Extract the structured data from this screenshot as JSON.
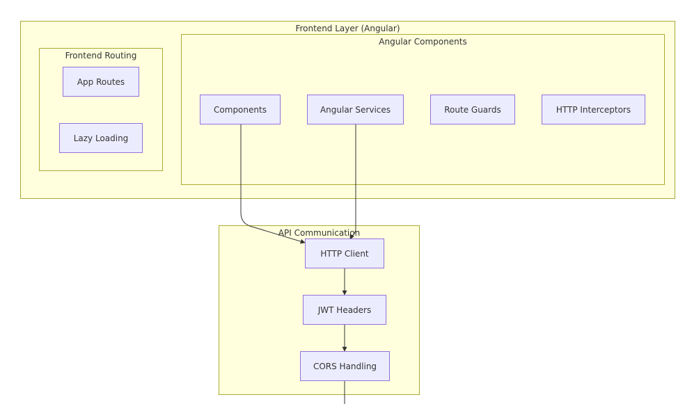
{
  "clusters": {
    "frontend_layer": "Frontend Layer (Angular)",
    "frontend_routing": "Frontend Routing",
    "angular_components": "Angular Components",
    "api_communication": "API Communication"
  },
  "nodes": {
    "app_routes": "App Routes",
    "lazy_loading": "Lazy Loading",
    "components": "Components",
    "angular_services": "Angular Services",
    "route_guards": "Route Guards",
    "http_interceptors": "HTTP Interceptors",
    "http_client": "HTTP Client",
    "jwt_headers": "JWT Headers",
    "cors_handling": "CORS Handling"
  },
  "edges": [
    {
      "from": "Components",
      "to": "HTTP Client"
    },
    {
      "from": "Angular Services",
      "to": "HTTP Client"
    },
    {
      "from": "HTTP Client",
      "to": "JWT Headers"
    },
    {
      "from": "JWT Headers",
      "to": "CORS Handling"
    },
    {
      "from": "CORS Handling",
      "to": ""
    }
  ],
  "colors": {
    "cluster_fill": "#ffffde",
    "cluster_border": "#aaaa33",
    "node_fill": "#ececff",
    "node_border": "#9370db",
    "edge": "#333333"
  }
}
